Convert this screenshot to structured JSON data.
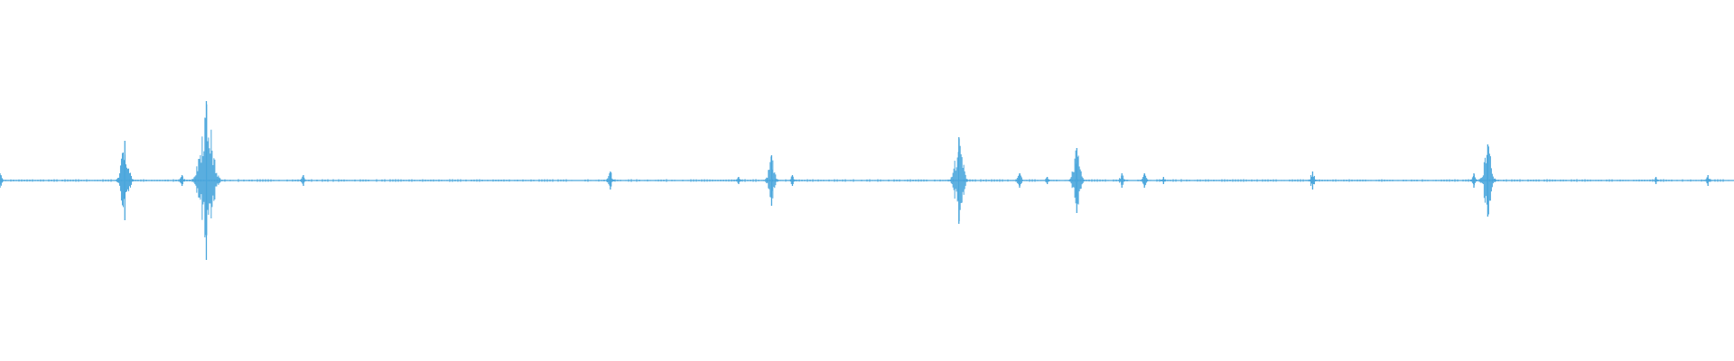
{
  "waveform": {
    "color": "#4aa6dc",
    "amplitude_scale": "linear",
    "baseline_fraction": 0.5,
    "peaks": [
      {
        "t": 0.0,
        "amp": 0.04
      },
      {
        "t": 0.072,
        "amp": 0.22
      },
      {
        "t": 0.105,
        "amp": 0.03
      },
      {
        "t": 0.119,
        "amp": 0.44
      },
      {
        "t": 0.175,
        "amp": 0.03
      },
      {
        "t": 0.352,
        "amp": 0.05
      },
      {
        "t": 0.426,
        "amp": 0.02
      },
      {
        "t": 0.445,
        "amp": 0.14
      },
      {
        "t": 0.457,
        "amp": 0.03
      },
      {
        "t": 0.553,
        "amp": 0.24
      },
      {
        "t": 0.588,
        "amp": 0.04
      },
      {
        "t": 0.604,
        "amp": 0.02
      },
      {
        "t": 0.621,
        "amp": 0.18
      },
      {
        "t": 0.647,
        "amp": 0.04
      },
      {
        "t": 0.66,
        "amp": 0.04
      },
      {
        "t": 0.671,
        "amp": 0.02
      },
      {
        "t": 0.757,
        "amp": 0.05
      },
      {
        "t": 0.85,
        "amp": 0.04
      },
      {
        "t": 0.858,
        "amp": 0.2
      },
      {
        "t": 0.955,
        "amp": 0.02
      },
      {
        "t": 0.985,
        "amp": 0.03
      }
    ]
  }
}
